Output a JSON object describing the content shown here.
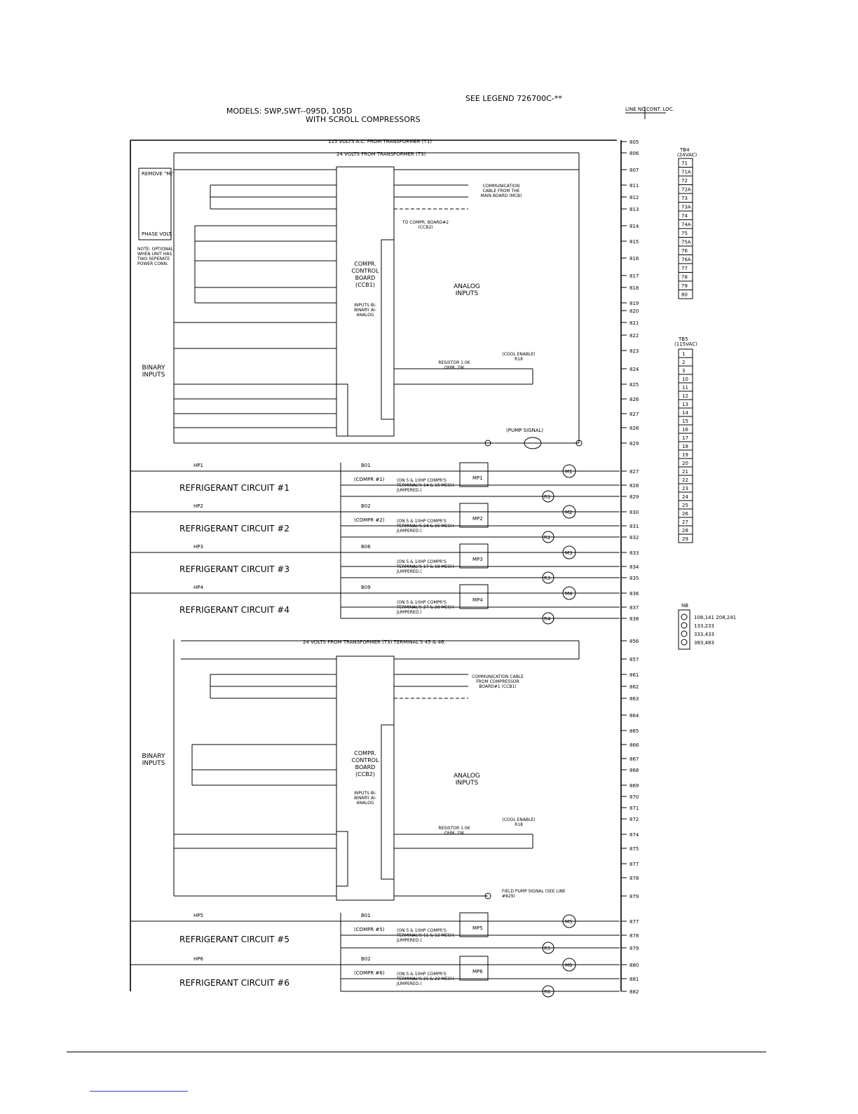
{
  "header": {
    "models_line": "MODELS: SWP,SWT--095D, 105D",
    "models_sub": "WITH SCROLL COMPRESSORS",
    "legend_ref": "SEE LEGEND 726700C-**",
    "line_no": "LINE NO.",
    "cont_loc": "CONT. LOC."
  },
  "top_section": {
    "v115": "115 VOLTS A.C. FROM TRANSFORMER (T1)",
    "v24": "24 VOLTS FROM TRANSFORMER (T3)",
    "board_title": "COMPR. CONTROL BOARD (CCB1)",
    "board_inputs": "INPUTS BI-BINARY AI-ANALOG",
    "analog_inputs": "ANALOG INPUTS",
    "binary_inputs": "BINARY INPUTS",
    "comm_cable": "COMMUNICATION CABLE FROM THE MAIN BOARD (MCB)",
    "to_compr": "TO COMPR. BOARD#2 (CCB2)",
    "pump_signal": "(PUMP SIGNAL)",
    "resistor": "RESISTOR 1.0K OHM, 2W",
    "cool_enable": "(COOL ENABLE) R18",
    "phase_volt": "PHASE VOLT.",
    "note": "NOTE: OPTIONAL WHEN UNIT HAS TWO SEPERATE POWER CONN.",
    "remove_mj": "REMOVE \"MJ\""
  },
  "bottom_section": {
    "v24_bottom": "24 VOLTS FROM TRANSFORMER (T3) TERMINAL'S 45 & 46.",
    "board_title": "COMPR. CONTROL BOARD (CCB2)",
    "board_inputs": "INPUTS BI-BINARY AI-ANALOG",
    "analog_inputs": "ANALOG INPUTS",
    "binary_inputs": "BINARY INPUTS",
    "comm_cable": "COMMUNICATION CABLE FROM COMPRESSOR BOARD#1 (CCB1)",
    "field_pump": "FIELD PUMP SIGNAL (SEE LINE #829)",
    "resistor": "RESISTOR 1.0K OHM, 2W",
    "cool_enable": "(COOL ENABLE) R18"
  },
  "circuits": [
    {
      "name": "REFRIGERANT CIRCUIT #1",
      "hp": "HP1",
      "mp": "MP1",
      "motor": "M1",
      "relay": "R1",
      "board": "B01",
      "compr": "(COMPR #1)",
      "note": "(ON 5 & 10HP COMPR'S TERMINAL'S 14 & 15 MECH. JUMPERED.)"
    },
    {
      "name": "REFRIGERANT CIRCUIT #2",
      "hp": "HP2",
      "mp": "MP2",
      "motor": "M2",
      "relay": "R2",
      "board": "B02",
      "compr": "(COMPR #2)",
      "note": "(ON 5 & 10HP COMPR'S TERMINAL'S 24 & 25 MECH. JUMPERED.)"
    },
    {
      "name": "REFRIGERANT CIRCUIT #3",
      "hp": "HP3",
      "mp": "MP3",
      "motor": "M3",
      "relay": "R3",
      "board": "B06",
      "compr": "",
      "note": "(ON 5 & 10HP COMPR'S TERMINAL'S 17 & 18 MECH. JUMPERED.)"
    },
    {
      "name": "REFRIGERANT CIRCUIT #4",
      "hp": "HP4",
      "mp": "MP4",
      "motor": "M4",
      "relay": "R4",
      "board": "B09",
      "compr": "",
      "note": "(ON 5 & 10HP COMPR'S TERMINAL'S 27 & 28 MECH. JUMPERED.)"
    },
    {
      "name": "REFRIGERANT CIRCUIT #5",
      "hp": "HP5",
      "mp": "MP5",
      "motor": "M5",
      "relay": "R5",
      "board": "B01",
      "compr": "(COMPR #5)",
      "note": "(ON 5 & 10HP COMPR'S TERMINAL'S 11 & 12 MECH. JUMPERED.)"
    },
    {
      "name": "REFRIGERANT CIRCUIT #6",
      "hp": "HP6",
      "mp": "MP6",
      "motor": "M6",
      "relay": "R6",
      "board": "B02",
      "compr": "(COMPR #6)",
      "note": "(ON 5 & 10HP COMPR'S TERMINAL'S 21 & 22 MECH. JUMPERED.)"
    }
  ],
  "line_numbers_top": [
    "805",
    "806",
    "807",
    "811",
    "812",
    "813",
    "814",
    "815",
    "816",
    "817",
    "818",
    "819",
    "820",
    "821",
    "822",
    "823",
    "824",
    "825",
    "826",
    "827",
    "828",
    "829",
    "827",
    "828",
    "829",
    "830",
    "831",
    "832",
    "833",
    "834",
    "835",
    "836",
    "837",
    "838"
  ],
  "line_numbers_bottom": [
    "856",
    "857",
    "861",
    "862",
    "863",
    "864",
    "865",
    "866",
    "867",
    "868",
    "869",
    "870",
    "871",
    "872",
    "874",
    "875",
    "877",
    "878",
    "879",
    "877",
    "878",
    "879",
    "880",
    "881",
    "882"
  ],
  "tb4": {
    "title": "TB4",
    "sub": "(24VAC)",
    "terminals": [
      "71",
      "71A",
      "72",
      "72A",
      "73",
      "73A",
      "74",
      "74A",
      "75",
      "75A",
      "76",
      "76A",
      "77",
      "78",
      "79",
      "80"
    ]
  },
  "tb5": {
    "title": "TB5",
    "sub": "(115VAC)",
    "terminals": [
      "1",
      "2",
      "3",
      "10",
      "11",
      "12",
      "13",
      "14",
      "15",
      "16",
      "17",
      "18",
      "19",
      "20",
      "21",
      "22",
      "23",
      "24",
      "25",
      "26",
      "27",
      "28",
      "29"
    ]
  },
  "nb": {
    "title": "NB",
    "refs": [
      "108,141 208,241",
      "133,233",
      "333,433",
      "383,483"
    ]
  }
}
